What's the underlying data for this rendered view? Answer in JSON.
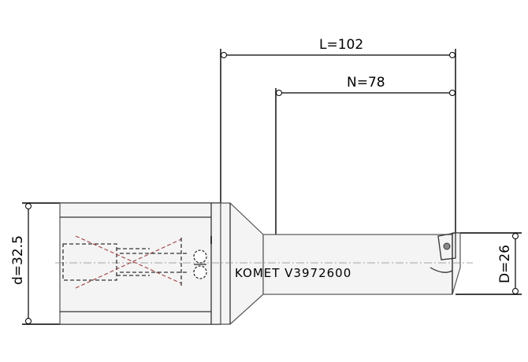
{
  "dimensions": {
    "overall_length": "L=102",
    "neck_length": "N=78",
    "shank_diameter": "d=32.5",
    "drill_diameter": "D=26"
  },
  "tool": {
    "marking": "KOMET  V3972600"
  }
}
